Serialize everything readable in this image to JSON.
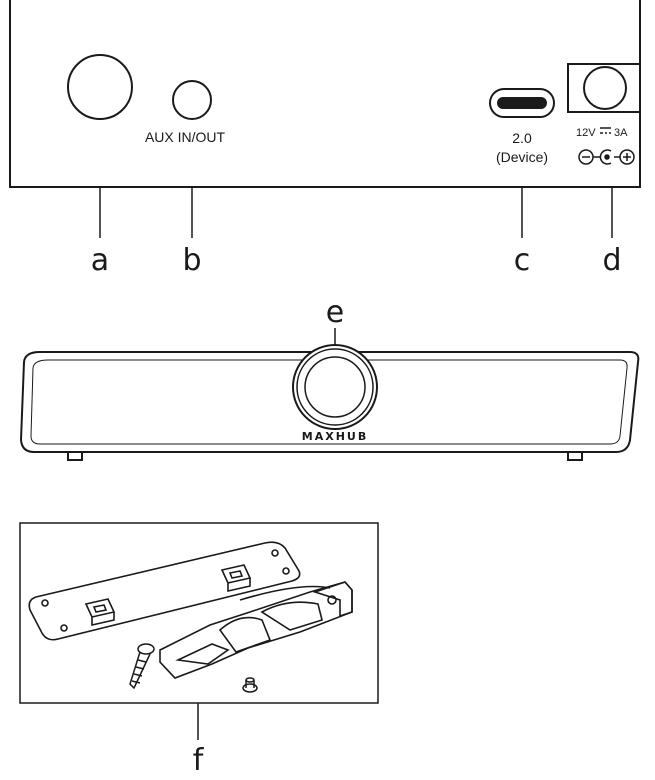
{
  "rear_panel": {
    "aux_label": "AUX IN/OUT",
    "usb_version": "2.0",
    "usb_role": "(Device)",
    "power_rating_left": "12V",
    "power_rating_right": "3A"
  },
  "callouts": {
    "a": "a",
    "b": "b",
    "c": "c",
    "d": "d",
    "e": "e",
    "f": "f"
  },
  "device": {
    "brand": "MAXHUB"
  },
  "colors": {
    "line": "#1a1a1a",
    "background": "#ffffff"
  }
}
